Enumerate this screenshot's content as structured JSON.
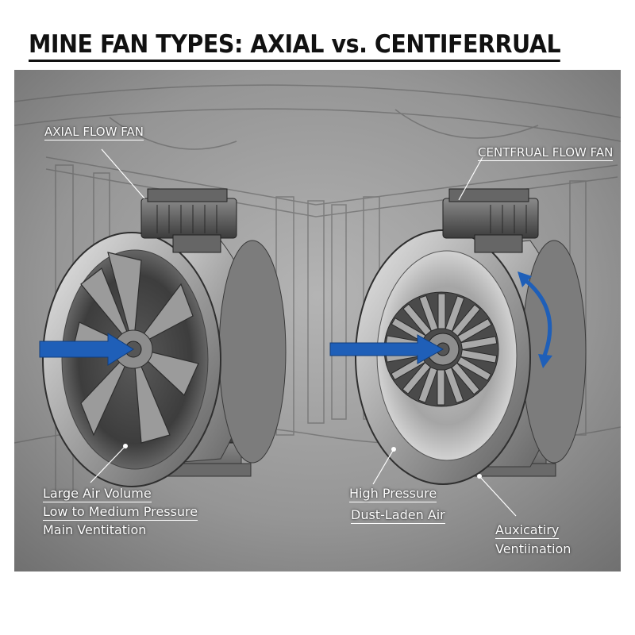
{
  "title": "MINE FAN TYPES: AXIAL vs. CENTIFERRUAL",
  "left_fan": {
    "label": "AXIAL FLOW FAN",
    "features": [
      "Large Air Volume",
      "Low to Medium Pressure",
      "Main Ventitation"
    ]
  },
  "right_fan": {
    "label": "CENTFRUAL FLOW FAN",
    "features": [
      "High Pressure",
      "Dust-Laden Air"
    ],
    "usage": [
      "Auxicatiry",
      "Ventiination"
    ]
  },
  "colors": {
    "airflow_arrow": "#1f5fb8",
    "scene_bg": "#9a9a9a",
    "title_text": "#111111"
  },
  "icons": [
    "airflow-arrow-icon",
    "rotation-arrow-icon",
    "motor-icon",
    "fan-blade-icon",
    "impeller-icon"
  ]
}
